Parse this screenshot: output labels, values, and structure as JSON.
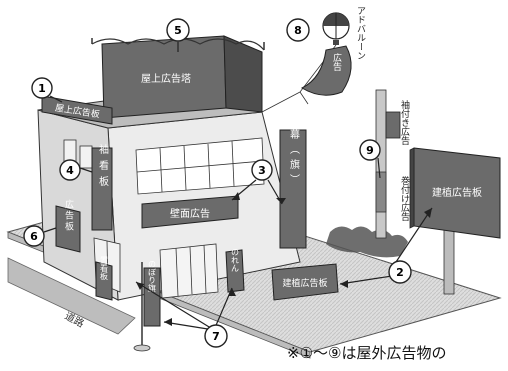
{
  "signs": {
    "rooftop_board": "屋上広告塔",
    "rooftop_sign": "屋上広告板",
    "projecting": "袖看板",
    "wall": "壁面広告",
    "banner": "広告幕（旗）",
    "standalone": "建植広告板",
    "ground": "建植広告板",
    "ground_small": "広告板",
    "a_board": "置看板",
    "nobori": "のぼり旗",
    "hanging_curtain": "のれん",
    "balloon": "アドバルーン",
    "balloon_tag": "広告",
    "pole_upper": "袖付き広告",
    "pole_lower": "巻付け広告",
    "road": "道路"
  },
  "markers": [
    "1",
    "2",
    "3",
    "4",
    "5",
    "6",
    "7",
    "8",
    "9"
  ],
  "footnote": "※①〜⑨は屋外広告物の",
  "colors": {
    "sign_fill": "#6b6b6b",
    "sign_dark": "#4c4c4c",
    "building": "#e6e6e6",
    "ground": "#dcdcdc",
    "outline": "#222222"
  }
}
